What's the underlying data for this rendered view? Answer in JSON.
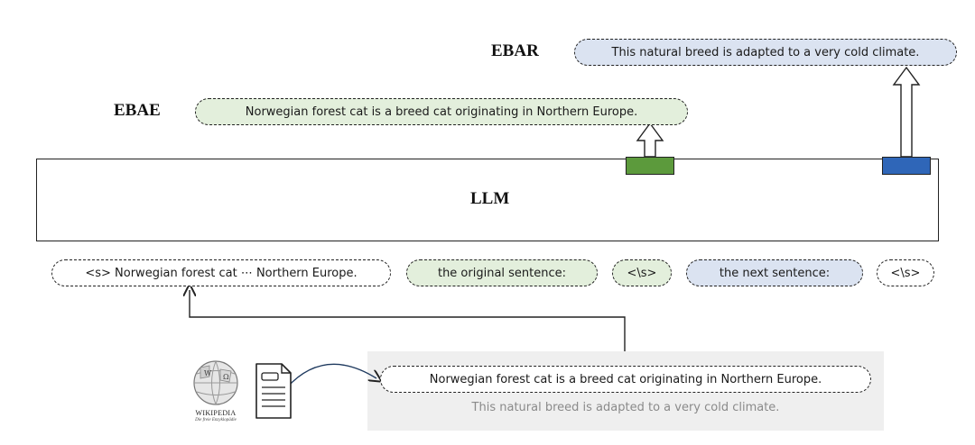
{
  "labels": {
    "ebar": "EBAR",
    "ebae": "EBAE",
    "llm": "LLM"
  },
  "outputs": {
    "ebar_sentence": "This natural breed is adapted to a very cold climate.",
    "ebae_sentence": "Norwegian forest cat  is a breed cat originating in Northern Europe."
  },
  "inputs": [
    {
      "text": "<s> Norwegian forest cat ⋯ Northern Europe.",
      "style": "white"
    },
    {
      "text": "the original sentence:",
      "style": "green"
    },
    {
      "text": "<\\s>",
      "style": "green"
    },
    {
      "text": "the next sentence:",
      "style": "blue"
    },
    {
      "text": "<\\s>",
      "style": "white"
    }
  ],
  "source": {
    "logo_name": "WIKIPEDIA",
    "logo_tagline": "Die freie Enzyklopädie",
    "sentence_1": "Norwegian forest cat  is a breed cat originating in Northern Europe.",
    "sentence_2": "This natural breed is adapted to a very cold climate."
  },
  "colors": {
    "green_token": "#5c9a3c",
    "blue_token": "#2f66b8",
    "green_fill": "#e3efdc",
    "blue_fill": "#dbe3f1",
    "panel_gray": "#efefef"
  }
}
